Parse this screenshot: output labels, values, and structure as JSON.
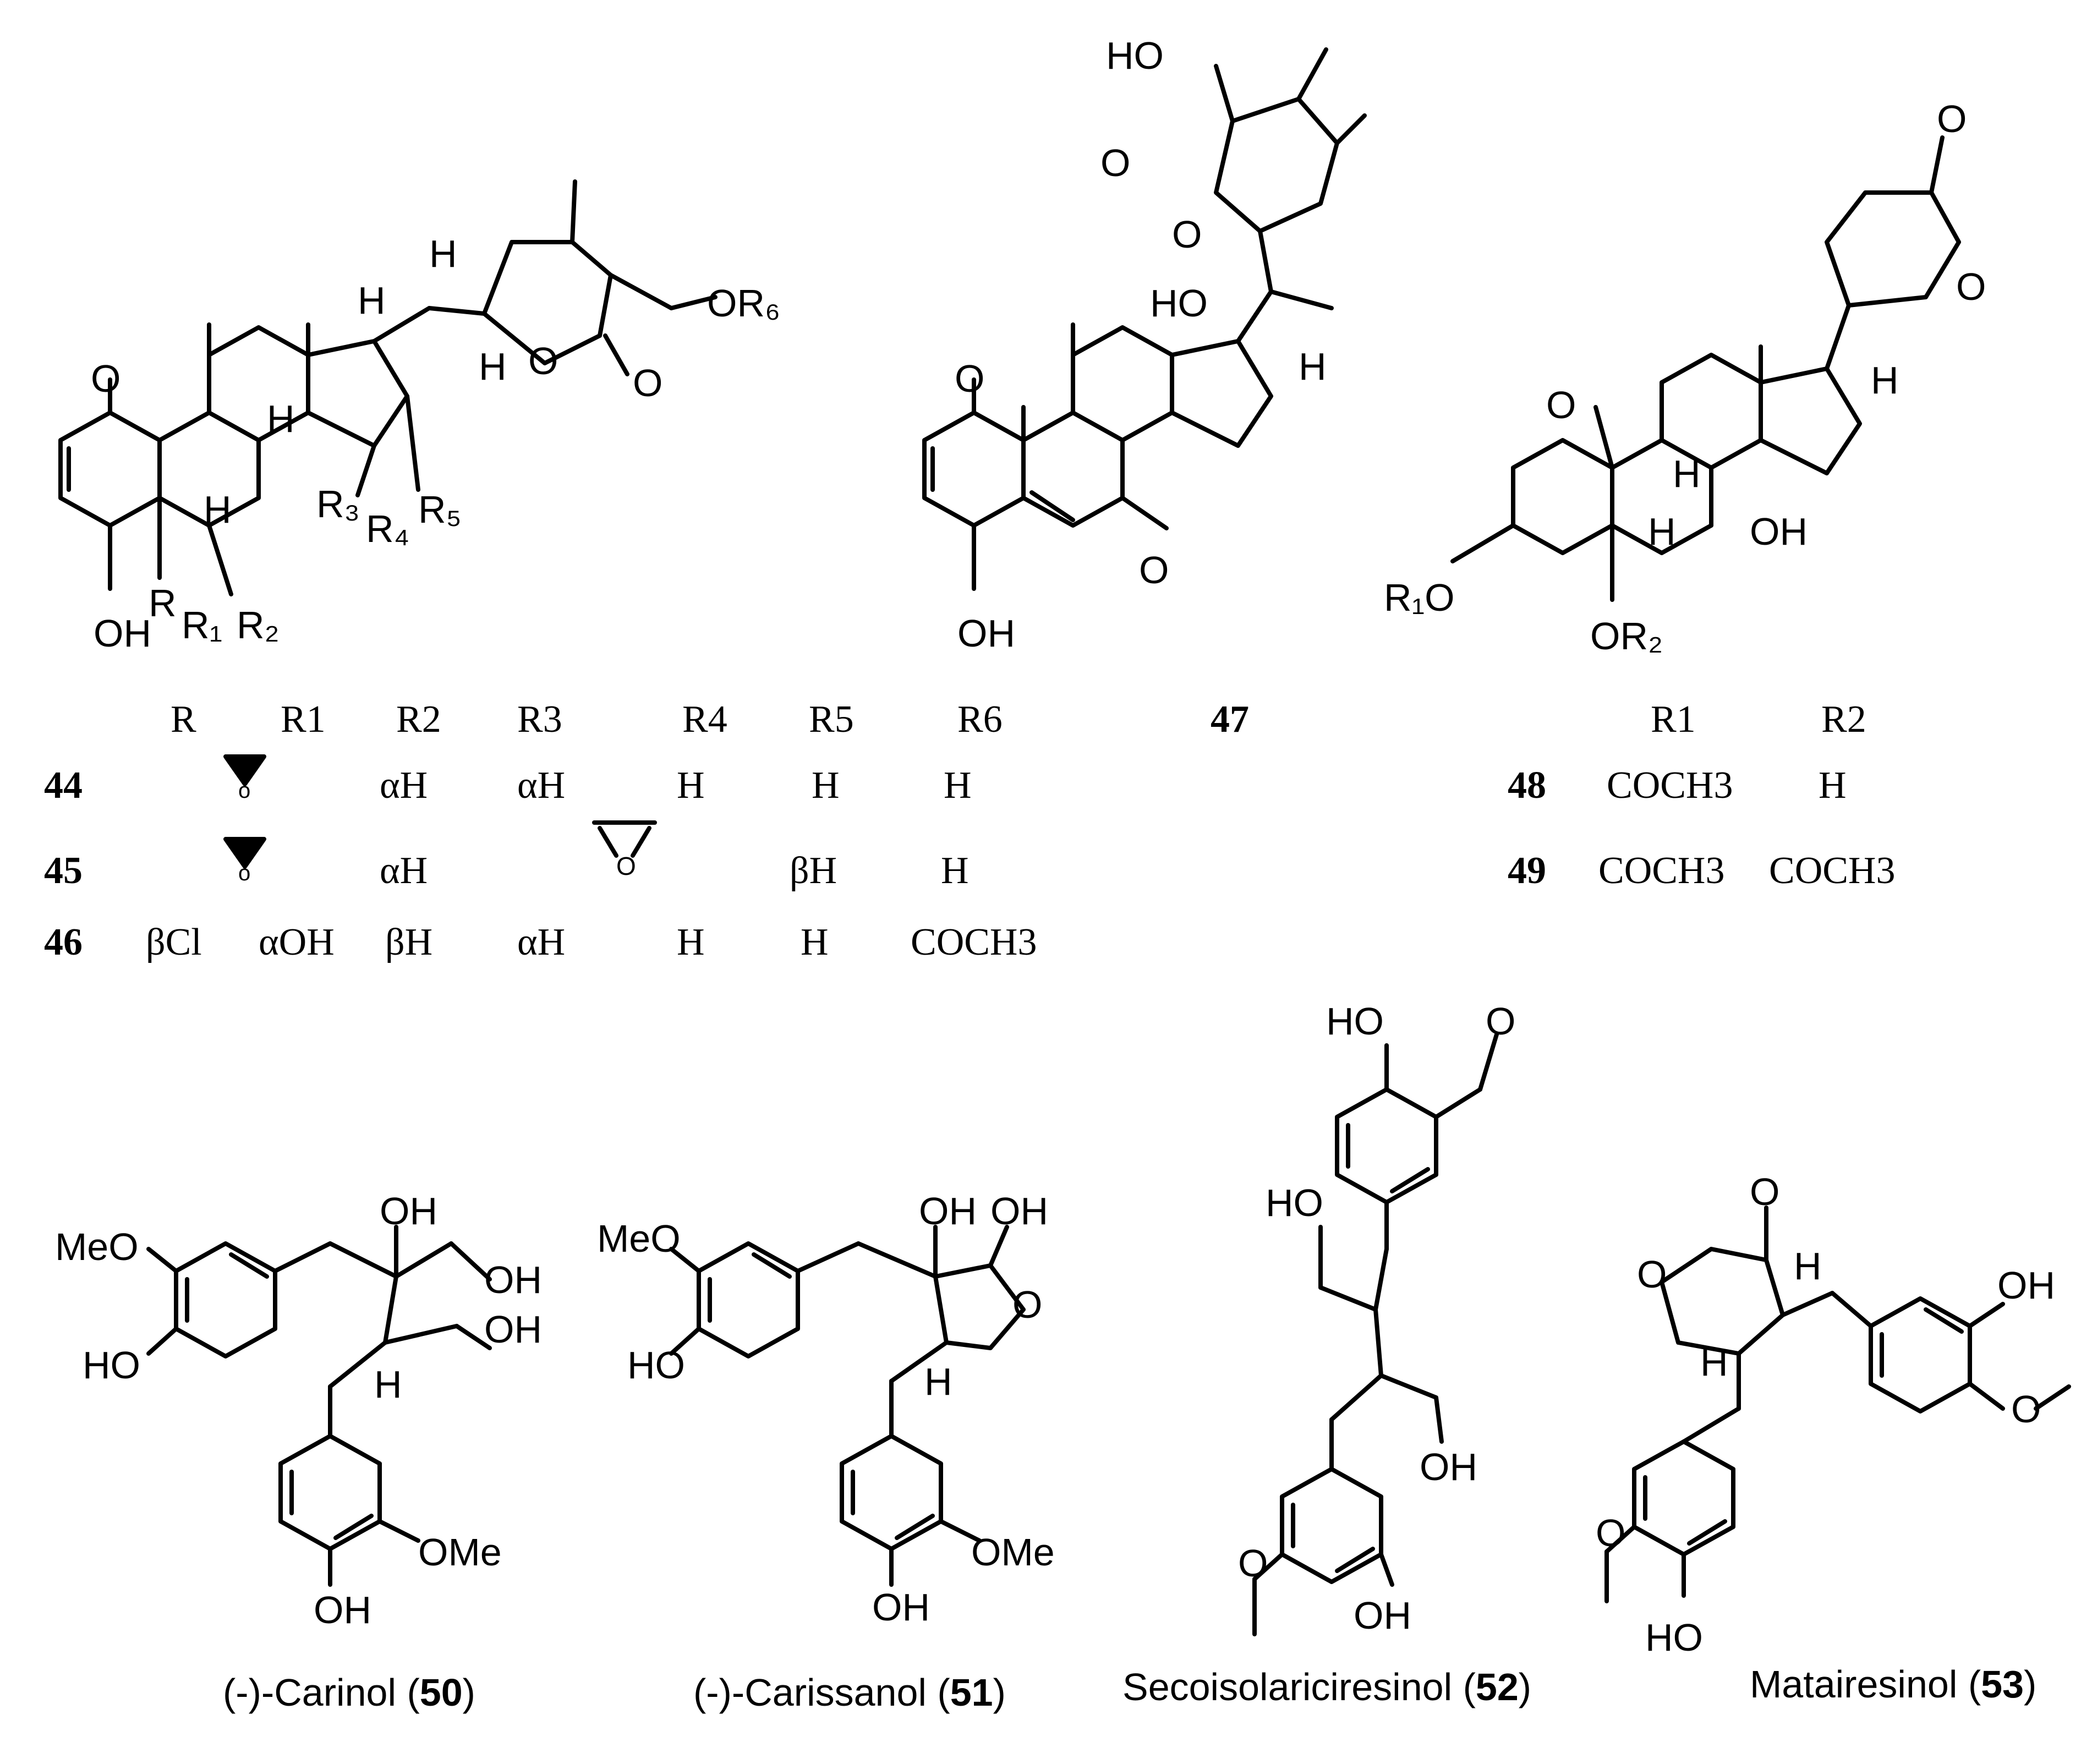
{
  "table_top": {
    "headers": [
      "R",
      "R1",
      "R2",
      "R3",
      "R4",
      "R5",
      "R6"
    ],
    "rows": [
      {
        "id": "44",
        "R2": "αH",
        "R3": "αH",
        "R4": "H",
        "R5": "H",
        "R6": "H"
      },
      {
        "id": "45",
        "R2": "αH",
        "R5": "βH",
        "R6": "H"
      },
      {
        "id": "46",
        "R": "βCl",
        "R1": "αOH",
        "R2": "βH",
        "R3": "αH",
        "R4": "H",
        "R5": "H",
        "R6": "COCH3"
      }
    ]
  },
  "table_right": {
    "headers": [
      "R1",
      "R2"
    ],
    "rows": [
      {
        "id": "48",
        "R1": "COCH3",
        "R2": "H"
      },
      {
        "id": "49",
        "R1": "COCH3",
        "R2": "COCH3"
      }
    ]
  },
  "compound_47": "47",
  "captions": [
    {
      "name": "(-)-Carinol",
      "num": "50"
    },
    {
      "name": "(-)-Carissanol",
      "num": "51"
    },
    {
      "name": "Secoisolariciresinol",
      "num": "52"
    },
    {
      "name": "Matairesinol",
      "num": "53"
    }
  ]
}
